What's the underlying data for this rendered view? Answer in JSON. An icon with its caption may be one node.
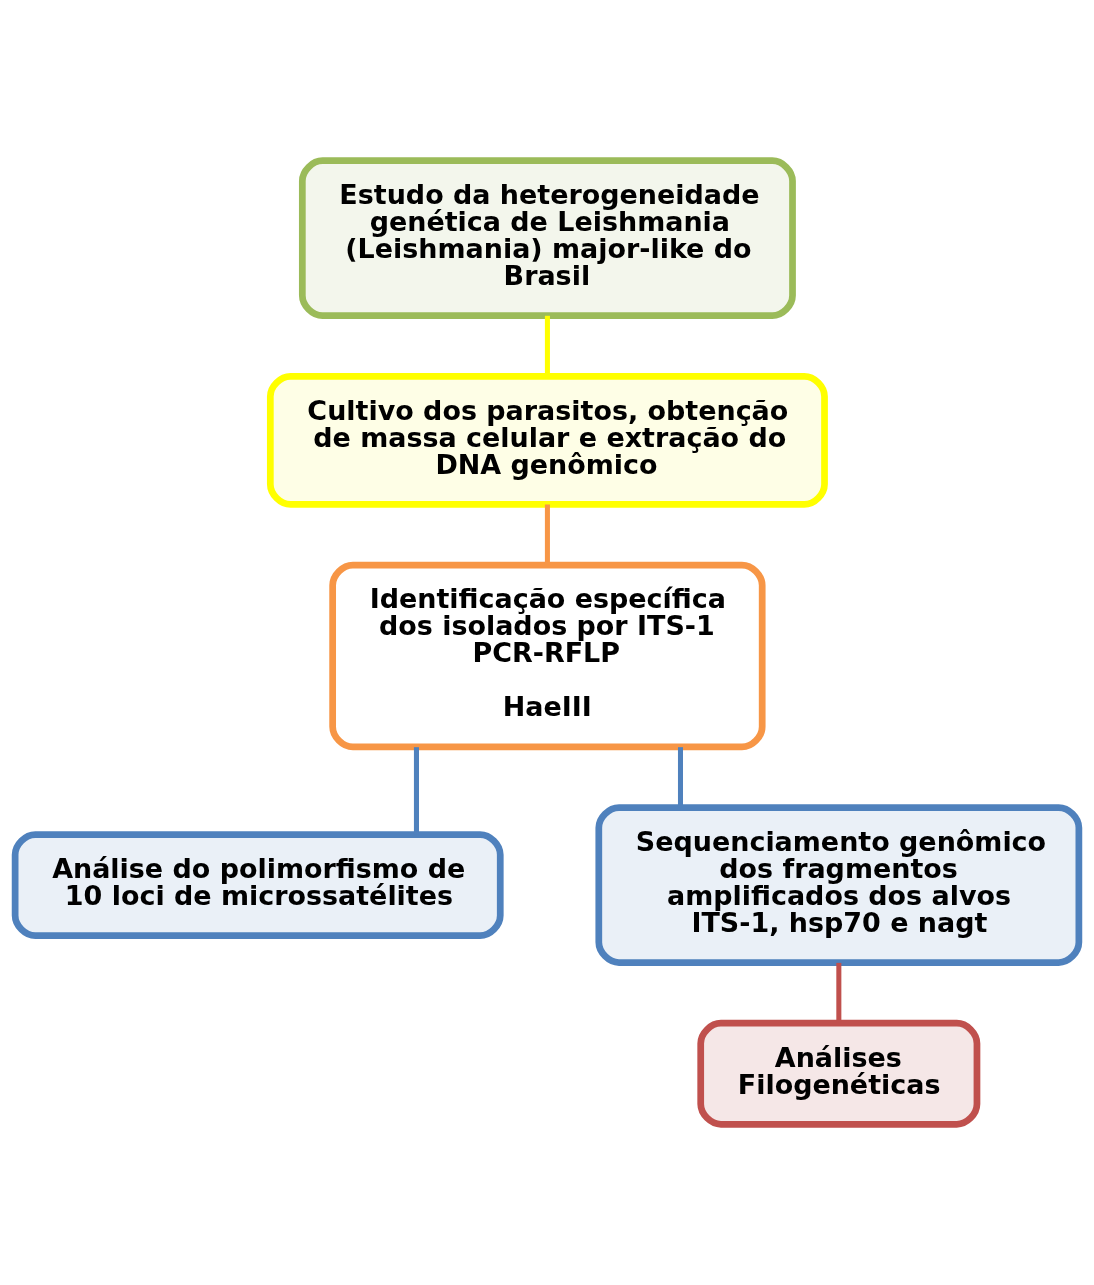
{
  "diagram": {
    "nodes": [
      {
        "text": [
          "Estudo da heterogeneidade genética de Leishmania (Leishmania) major-like do Brasil"
        ]
      },
      {
        "text": [
          "Cultivo dos parasitos, obtenção de massa celular e extração do DNA genômico"
        ]
      },
      {
        "text": [
          "Identificação específica dos isolados por ITS-1 PCR-RFLP",
          "HaeIII"
        ]
      },
      {
        "text": [
          "Análise do polimorfismo de 10 loci de microssatélites"
        ]
      },
      {
        "text": [
          "Sequenciamento genômico dos fragmentos amplificados dos alvos ITS-1, hsp70 e nagt"
        ]
      },
      {
        "text": [
          "Análises Filogenéticas"
        ]
      }
    ],
    "edges": [
      {
        "from": 0,
        "to": 1,
        "arrow": "none",
        "color": "#ffff00"
      },
      {
        "from": 1,
        "to": 2,
        "arrow": "none",
        "color": "#f79646"
      },
      {
        "from": 2,
        "to": 3,
        "arrow": "none",
        "color": "#4f81bd"
      },
      {
        "from": 2,
        "to": 4,
        "arrow": "none",
        "color": "#4f81bd"
      },
      {
        "from": 4,
        "to": 5,
        "arrow": "none",
        "color": "#c0504d"
      }
    ]
  }
}
